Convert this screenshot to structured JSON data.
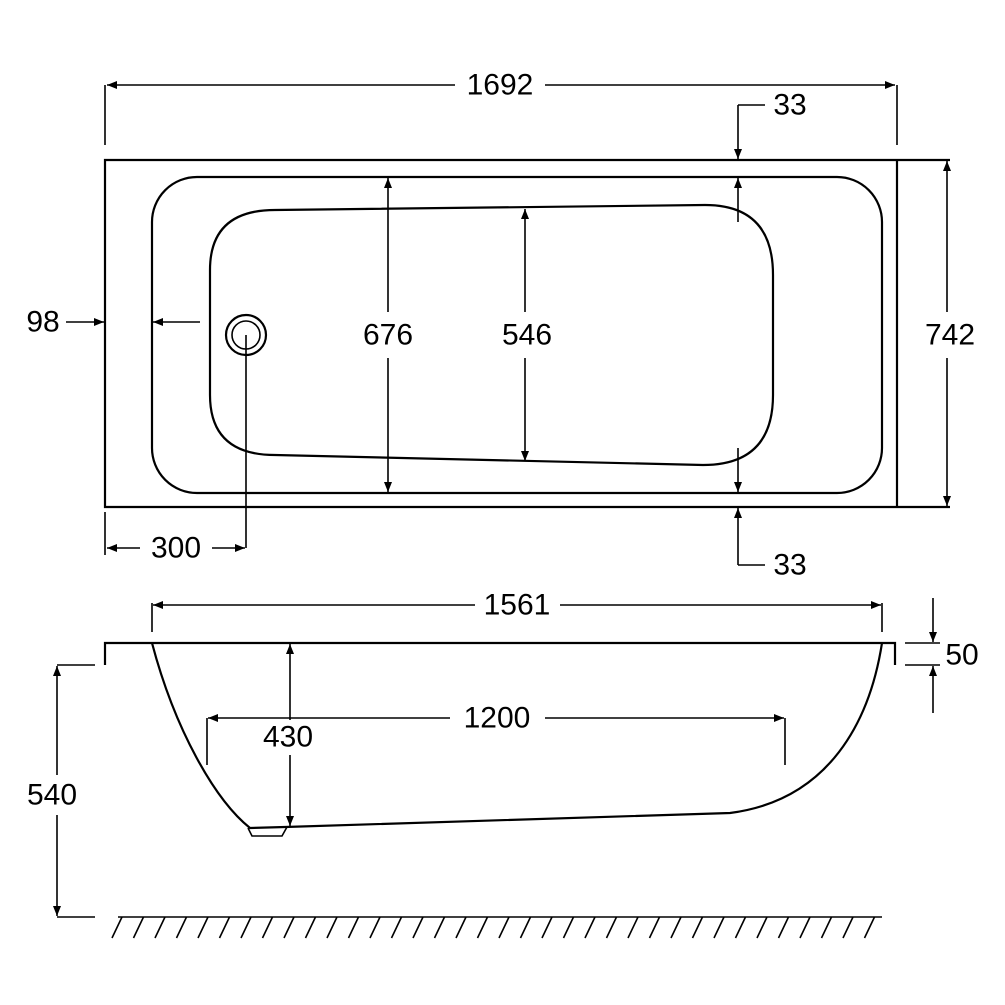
{
  "drawing": {
    "plan_view": {
      "overall_length": "1692",
      "overall_width": "742",
      "rim_top": "33",
      "rim_bottom": "33",
      "rim_end": "98",
      "inner_width": "676",
      "basin_width": "546",
      "waste_offset": "300"
    },
    "side_view": {
      "inner_length": "1561",
      "rim_thickness": "50",
      "overall_height": "540",
      "basin_depth": "430",
      "base_length": "1200"
    }
  }
}
